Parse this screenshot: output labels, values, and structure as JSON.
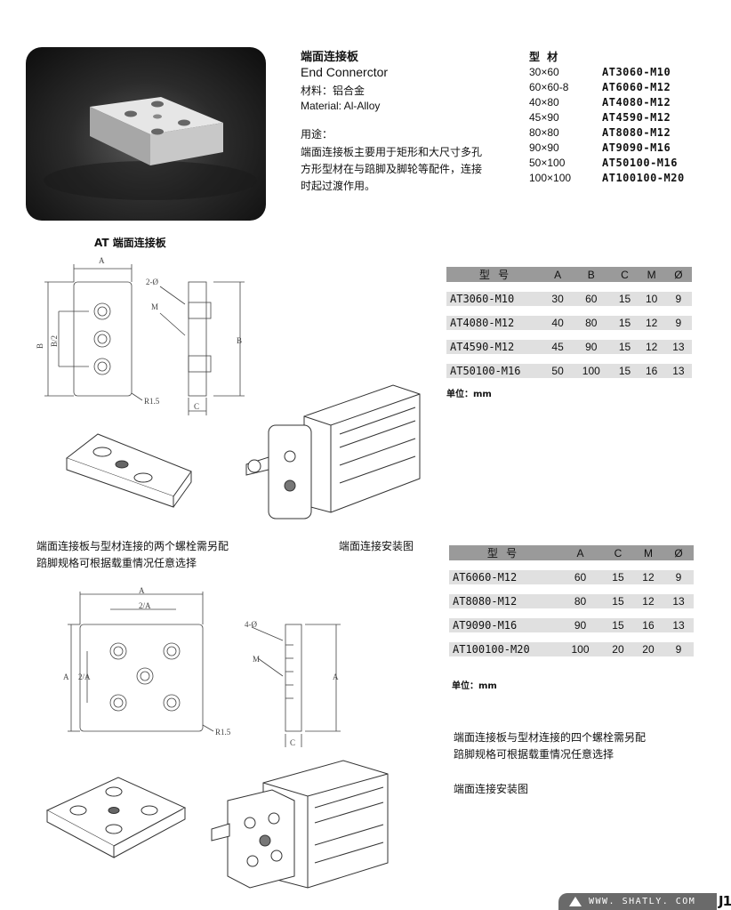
{
  "product": {
    "title_cn": "端面连接板",
    "title_en": "End Connerctor",
    "material_cn": "材料：铝合金",
    "material_en": "Material: Al-Alloy",
    "usage_label": "用途：",
    "usage_lines": [
      "端面连接板主要用于矩形和大尺寸多孔",
      "方形型材在与踣脚及脚轮等配件，连接",
      "时起过渡作用。"
    ]
  },
  "materials": {
    "header": "型  材",
    "rows": [
      {
        "size": "30×60",
        "code": "AT3060-M10"
      },
      {
        "size": "60×60-8",
        "code": "AT6060-M12"
      },
      {
        "size": "40×80",
        "code": "AT4080-M12"
      },
      {
        "size": "45×90",
        "code": "AT4590-M12"
      },
      {
        "size": "80×80",
        "code": "AT8080-M12"
      },
      {
        "size": "90×90",
        "code": "AT9090-M16"
      },
      {
        "size": "50×100",
        "code": "AT50100-M16"
      },
      {
        "size": "100×100",
        "code": "AT100100-M20"
      }
    ]
  },
  "section1": {
    "heading": "AT 端面连接板",
    "note_lines": [
      "端面连接板与型材连接的两个螺栓需另配",
      "踣脚规格可根据载重情况任意选择"
    ],
    "install_caption": "端面连接安装图",
    "drawing_labels": {
      "a": "A",
      "b": "B",
      "b_half": "B/2",
      "b2": "B",
      "c": "C",
      "m": "M",
      "holes": "2-Ø",
      "r": "R1.5"
    }
  },
  "table1": {
    "headers": [
      "型  号",
      "A",
      "B",
      "C",
      "M",
      "Ø"
    ],
    "rows": [
      [
        "AT3060-M10",
        "30",
        "60",
        "15",
        "10",
        "9"
      ],
      [
        "AT4080-M12",
        "40",
        "80",
        "15",
        "12",
        "9"
      ],
      [
        "AT4590-M12",
        "45",
        "90",
        "15",
        "12",
        "13"
      ],
      [
        "AT50100-M16",
        "50",
        "100",
        "15",
        "16",
        "13"
      ]
    ],
    "unit": "单位：mm"
  },
  "table2": {
    "headers": [
      "型  号",
      "A",
      "C",
      "M",
      "Ø"
    ],
    "rows": [
      [
        "AT6060-M12",
        "60",
        "15",
        "12",
        "9"
      ],
      [
        "AT8080-M12",
        "80",
        "15",
        "12",
        "13"
      ],
      [
        "AT9090-M16",
        "90",
        "15",
        "16",
        "13"
      ],
      [
        "AT100100-M20",
        "100",
        "20",
        "20",
        "9"
      ]
    ],
    "unit": "单位：mm"
  },
  "section2": {
    "note_lines": [
      "端面连接板与型材连接的四个螺栓需另配",
      "踣脚规格可根据载重情况任意选择"
    ],
    "install_caption": "端面连接安装图",
    "drawing_labels": {
      "a": "A",
      "a_half": "2/A",
      "a_side": "A",
      "a_half_v": "2/A",
      "a_right": "A",
      "holes": "4-Ø",
      "m": "M",
      "r": "R1.5",
      "c": "C"
    }
  },
  "footer": {
    "site": "WWW. SHATLY. COM",
    "page_mark": "J1"
  }
}
